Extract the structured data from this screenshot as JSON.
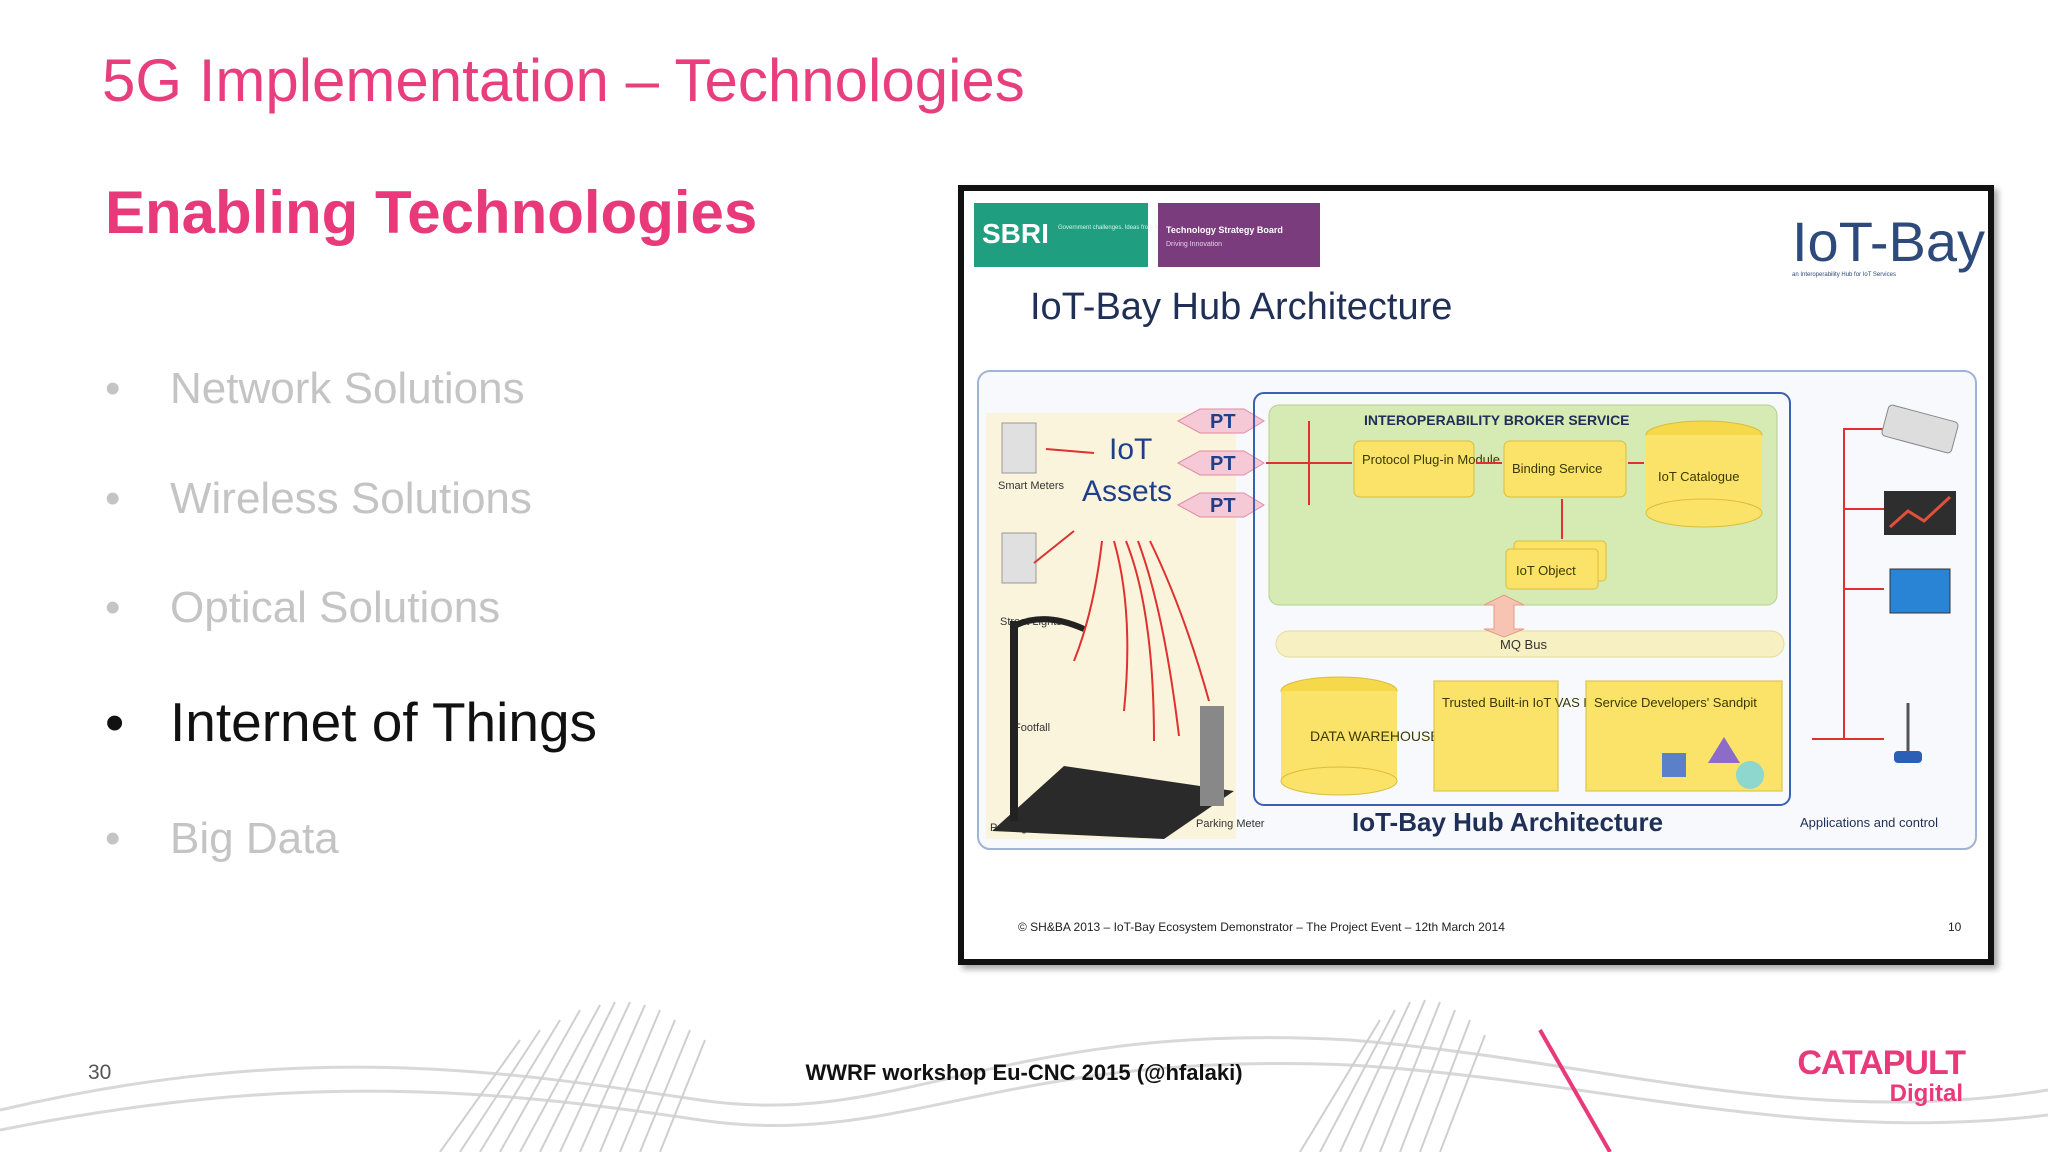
{
  "slide": {
    "title": "5G Implementation – Technologies",
    "section_heading": "Enabling Technologies",
    "bullets": [
      {
        "label": "Network Solutions",
        "active": false
      },
      {
        "label": "Wireless Solutions",
        "active": false
      },
      {
        "label": "Optical Solutions",
        "active": false
      },
      {
        "label": "Internet of Things",
        "active": true
      },
      {
        "label": "Big Data",
        "active": false
      }
    ],
    "bullet_glyph": "•"
  },
  "figure": {
    "sbri_logo": "SBRI",
    "sbri_tagline": "Government challenges. Ideas from business. Innovative solutions.",
    "tsb_logo": "Technology Strategy Board",
    "tsb_tagline": "Driving Innovation",
    "iot_bay_logo": "IoT-Bay",
    "iot_bay_tagline": "an Interoperability Hub for IoT Services",
    "heading": "IoT-Bay Hub Architecture",
    "assets": {
      "smart_meters": "Smart Meters",
      "street_lights": "Street Lights",
      "footfall": "Footfall",
      "parking_bay": "Parking Bay",
      "parking_meter": "Parking Meter",
      "iot_label": "IoT",
      "assets_label": "Assets"
    },
    "pt_label": "PT",
    "broker_title": "INTEROPERABILITY BROKER SERVICE",
    "protocol_plugin": "Protocol Plug-in Module",
    "binding_service": "Binding Service",
    "iot_catalogue": "IoT Catalogue",
    "iot_object": "IoT Object",
    "mq_bus": "MQ Bus",
    "data_warehouse": "DATA WAREHOUSE",
    "trusted_library": "Trusted Built-in IoT VAS Library",
    "sandpit": "Service Developers' Sandpit",
    "hub_caption": "IoT-Bay Hub Architecture",
    "apps_caption": "Applications and control",
    "copyright": "© SH&BA 2013 – IoT-Bay Ecosystem Demonstrator – The Project Event – 12th March 2014",
    "page_number": "10"
  },
  "footer": {
    "page_number": "30",
    "text": "WWRF workshop Eu-CNC 2015 (@hfalaki)",
    "logo_main": "CATAPULT",
    "logo_sub": "Digital"
  },
  "colors": {
    "accent_pink": "#e8397a",
    "inactive_grey": "#c4c4c4",
    "broker_green": "#d6ebb4",
    "module_yellow": "#fbe36a",
    "pt_pink": "#f6c9d6"
  }
}
